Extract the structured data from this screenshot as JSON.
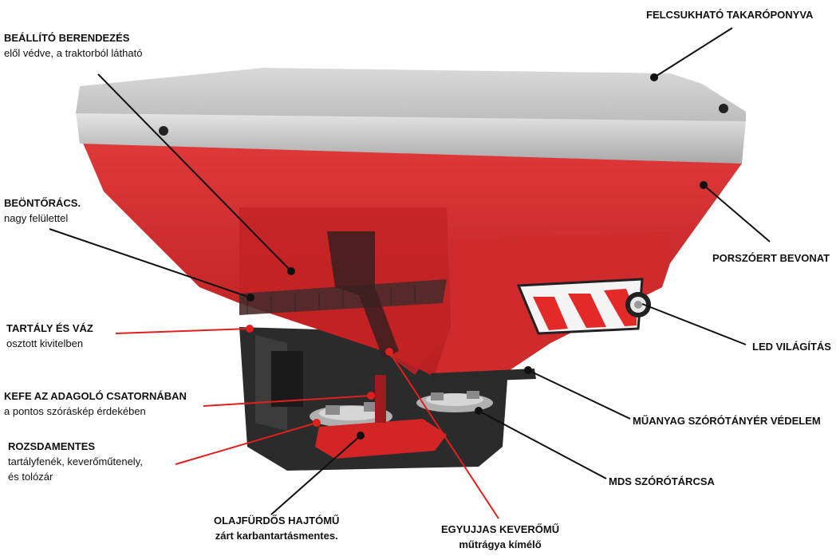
{
  "colors": {
    "hopper_red": "#d8282a",
    "hopper_dark_red": "#a81c1e",
    "cover_gray": "#c9c9c9",
    "frame_dark": "#2b2b2b",
    "leader_black": "#111111",
    "leader_red": "#e0201c"
  },
  "callouts": [
    {
      "id": "adjust",
      "title": "BEÁLLÍTÓ BERENDEZÉS",
      "sub": "elől védve, a traktorból látható",
      "leader_color": "black"
    },
    {
      "id": "cover",
      "title": "FELCSUKHATÓ TAKARÓPONYVA",
      "sub": "",
      "leader_color": "black"
    },
    {
      "id": "grid",
      "title": "BEÖNTŐRÁCS.",
      "sub": "nagy felülettel",
      "leader_color": "black"
    },
    {
      "id": "coating",
      "title": "PORSZÓERT BEVONAT",
      "sub": "",
      "leader_color": "black"
    },
    {
      "id": "tank",
      "title": "TARTÁLY ÉS VÁZ",
      "sub": "osztott kivitelben",
      "leader_color": "red"
    },
    {
      "id": "led",
      "title": "LED VILÁGÍTÁS",
      "sub": "",
      "leader_color": "black"
    },
    {
      "id": "brush",
      "title": "KEFE AZ ADAGOLÓ CSATORNÁBAN",
      "sub": "a pontos szóráskép érdekében",
      "leader_color": "red"
    },
    {
      "id": "plastic",
      "title": "MŰANYAG SZÓRÓTÁNYÉR VÉDELEM",
      "sub": "",
      "leader_color": "black"
    },
    {
      "id": "stainless",
      "title": "ROZSDAMENTES",
      "sub": "tartályfenék, keverőműtenely,",
      "sub2": "és tolózár",
      "leader_color": "red"
    },
    {
      "id": "mds",
      "title": "MDS SZÓRÓTÁRCSA",
      "sub": "",
      "leader_color": "black"
    },
    {
      "id": "oil",
      "title": "OLAJFÜRDŐS HAJTÓMŰ",
      "sub": "zárt karbantartásmentes.",
      "leader_color": "black"
    },
    {
      "id": "agitator",
      "title": "EGYUJJAS KEVERŐMŰ",
      "sub": "műtrágya kímélő",
      "leader_color": "red"
    }
  ]
}
